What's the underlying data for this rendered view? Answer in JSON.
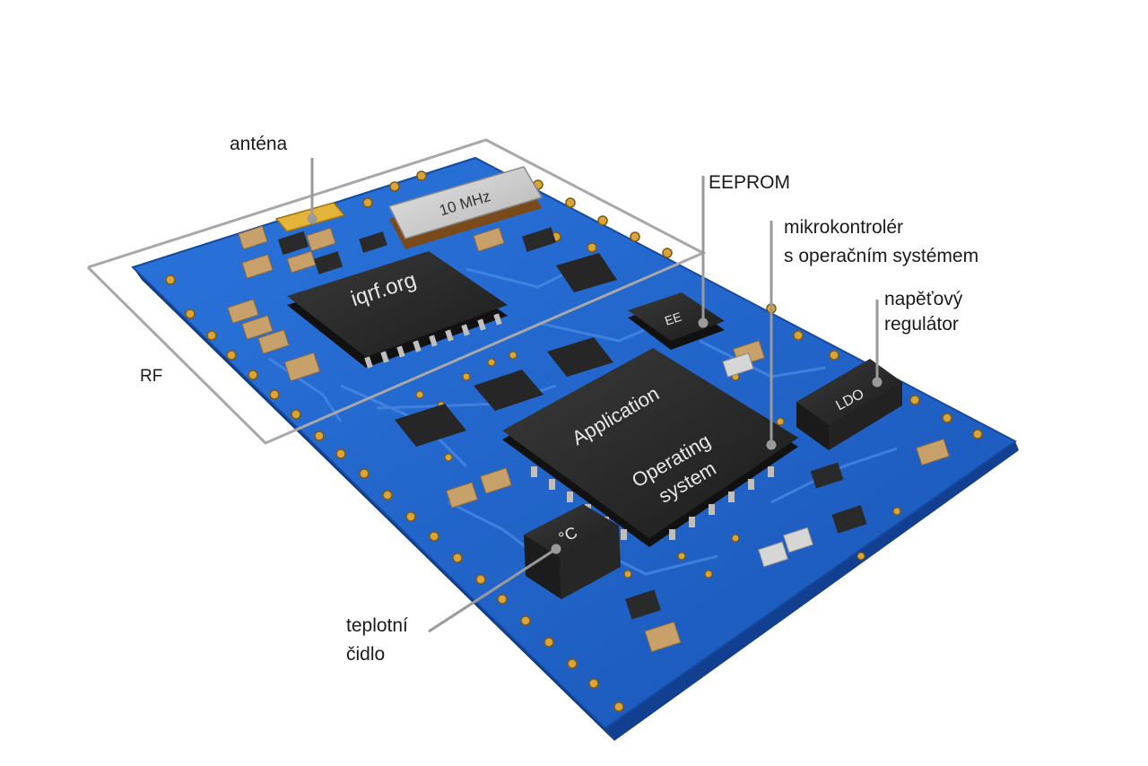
{
  "labels": {
    "antenna": "anténa",
    "eeprom": "EEPROM",
    "mcu_line1": "mikrokontrolér",
    "mcu_line2": "s operačním systémem",
    "regulator_line1": "napěťový",
    "regulator_line2": "regulátor",
    "rf": "RF",
    "temp_line1": "teplotní",
    "temp_line2": "čidlo"
  },
  "chips": {
    "crystal": "10 MHz",
    "rf_chip": "iqrf.org",
    "eeprom_chip": "EE",
    "mcu_line1": "Application",
    "mcu_line2": "Operating",
    "mcu_line3": "system",
    "ldo": "LDO",
    "temp_sensor": "°C"
  },
  "colors": {
    "pcb": "#1f63c9",
    "pcb_edge": "#0f3a86",
    "chip": "#262626",
    "pad": "#d9a53a",
    "leader": "#9a9a9a"
  }
}
